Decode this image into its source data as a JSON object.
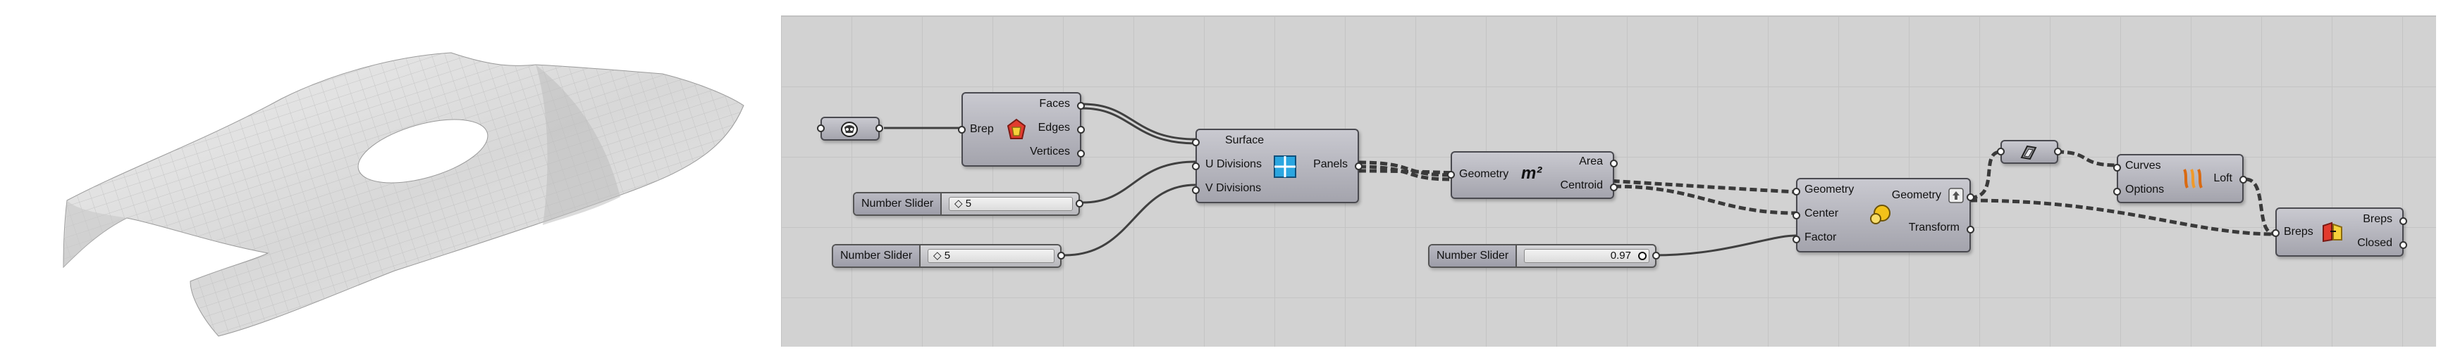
{
  "canvas": {
    "brep_param": {
      "icon": "brep-param-icon"
    },
    "deconstruct_brep": {
      "input": "Brep",
      "outputs": [
        "Faces",
        "Edges",
        "Vertices"
      ],
      "icon": "deconstruct-brep-icon"
    },
    "divide_domain2": {
      "inputs": [
        "Surface",
        "U Divisions",
        "V Divisions"
      ],
      "output": "Panels",
      "icon": "divide-domain-icon"
    },
    "slider_u": {
      "name": "Number Slider",
      "value": "◇ 5"
    },
    "slider_v": {
      "name": "Number Slider",
      "value": "◇ 5"
    },
    "area": {
      "input": "Geometry",
      "outputs": [
        "Area",
        "Centroid"
      ],
      "icon": "area-icon",
      "icon_text": "m²"
    },
    "scale": {
      "inputs": [
        "Geometry",
        "Center",
        "Factor"
      ],
      "outputs": [
        "Geometry",
        "Transform"
      ],
      "icon": "scale-icon"
    },
    "slider_factor": {
      "name": "Number Slider",
      "value": "0.97"
    },
    "curve_param": {
      "icon": "curve-param-icon"
    },
    "loft": {
      "inputs": [
        "Curves",
        "Options"
      ],
      "output": "Loft",
      "icon": "loft-icon"
    },
    "brep_join": {
      "input": "Breps",
      "outputs": [
        "Breps",
        "Closed"
      ],
      "icon": "brep-join-icon"
    },
    "colors": {
      "canvas": "#d2d2d2",
      "component": "#b5b5bd",
      "wire": "#404040"
    }
  }
}
